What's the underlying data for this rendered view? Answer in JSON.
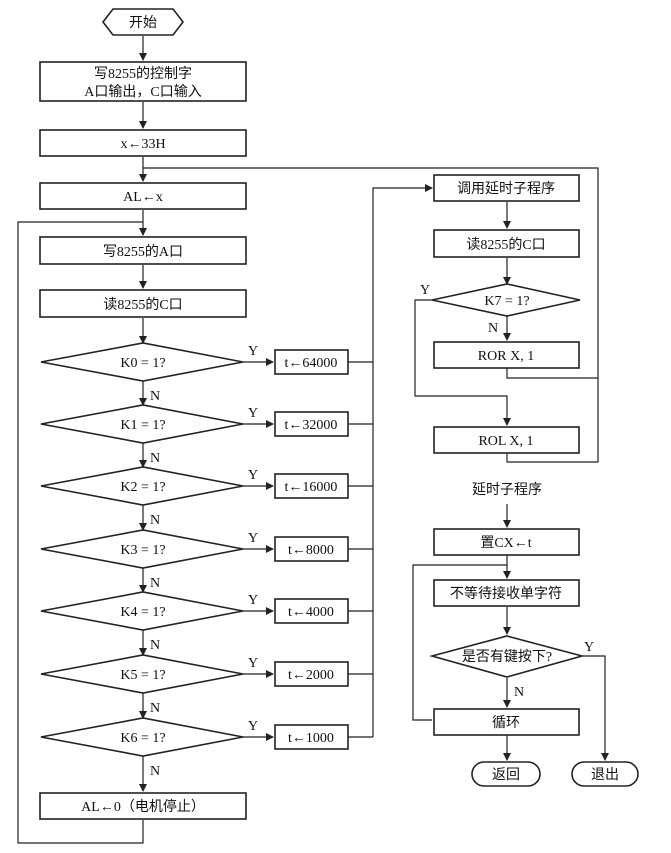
{
  "main": {
    "start": "开始",
    "write_ctrl_line1": "写8255的控制字",
    "write_ctrl_line2": "A口输出，C口输入",
    "x_init": "x←33H",
    "al_x": "AL←x",
    "write_a": "写8255的A口",
    "read_c": "读8255的C口",
    "k_labels": [
      "K0 = 1?",
      "K1 = 1?",
      "K2 = 1?",
      "K3 = 1?",
      "K4 = 1?",
      "K5 = 1?",
      "K6 = 1?"
    ],
    "t_values": [
      "t←64000",
      "t←32000",
      "t←16000",
      "t←8000",
      "t←4000",
      "t←2000",
      "t←1000"
    ],
    "stop": "AL←0（电机停止）"
  },
  "right": {
    "call_delay": "调用延时子程序",
    "read_c": "读8255的C口",
    "k7": "K7 = 1?",
    "ror": "ROR X, 1",
    "rol": "ROL X, 1"
  },
  "delay": {
    "title": "延时子程序",
    "set_cx": "置CX←t",
    "wait": "不等待接收单字符",
    "key": "是否有键按下?",
    "loop": "循环",
    "ret": "返回",
    "exit": "退出"
  },
  "yes": "Y",
  "no": "N"
}
